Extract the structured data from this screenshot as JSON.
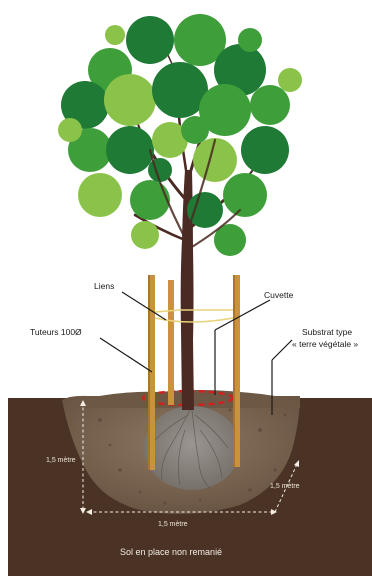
{
  "labels": {
    "liens": "Liens",
    "cuvette": "Cuvette",
    "tuteurs": "Tuteurs 100Ø",
    "substrat_line1": "Substrat type",
    "substrat_line2": "« terre végétale »",
    "depth_left": "1,5 mètre",
    "depth_right": "1,5 mètre",
    "width_bottom": "1,5 mètre",
    "soil": "Sol en place non remanié"
  },
  "colors": {
    "soil": "#4a3325",
    "pit_fill": "#7a6552",
    "stake": "#c8923e",
    "trunk": "#4a2a22",
    "cuvette_ring": "#d41f1f",
    "leaf_dark": "#1f7a35",
    "leaf_mid": "#3d9e3a",
    "leaf_light": "#8bc34a"
  }
}
